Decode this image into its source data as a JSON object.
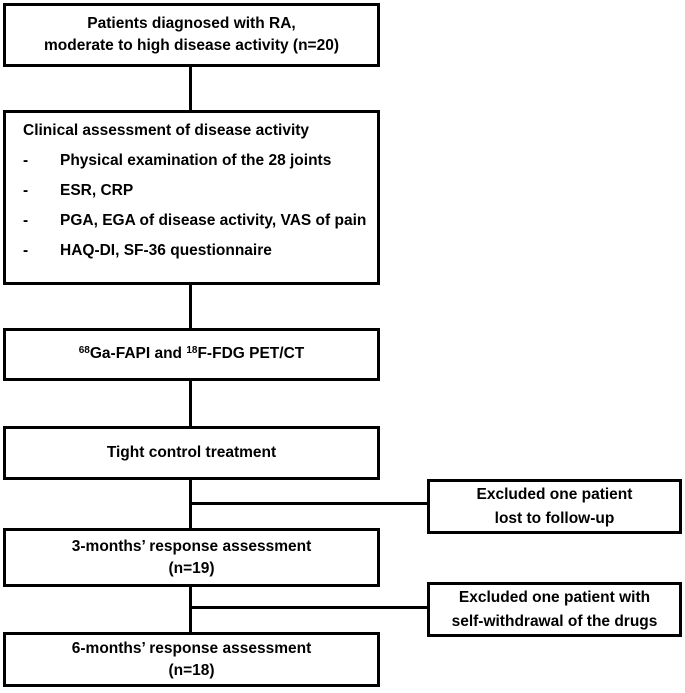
{
  "colors": {
    "border": "#000000",
    "text": "#000000",
    "background": "#ffffff"
  },
  "boxes": {
    "patients": {
      "line1": "Patients diagnosed with RA,",
      "line2": "moderate to high disease activity (n=20)"
    },
    "clinical": {
      "title": "Clinical assessment of disease activity",
      "bullet_marker": "-",
      "bullets": [
        "Physical examination of the 28 joints",
        "ESR, CRP",
        "PGA, EGA of disease activity, VAS of pain",
        "HAQ-DI, SF-36 questionnaire"
      ]
    },
    "pet": {
      "sup1": "68",
      "seg1": "Ga-FAPI and ",
      "sup2": "18",
      "seg2": "F-FDG PET/CT"
    },
    "treatment": {
      "line1": "Tight control treatment"
    },
    "month3": {
      "line1": "3-months’ response assessment",
      "line2": "(n=19)"
    },
    "month6": {
      "line1": "6-months’ response assessment",
      "line2": "(n=18)"
    },
    "excluded1": {
      "line1": "Excluded one patient",
      "line2": "lost to follow-up"
    },
    "excluded2": {
      "line1": "Excluded one patient with",
      "line2": "self-withdrawal of the drugs"
    }
  }
}
